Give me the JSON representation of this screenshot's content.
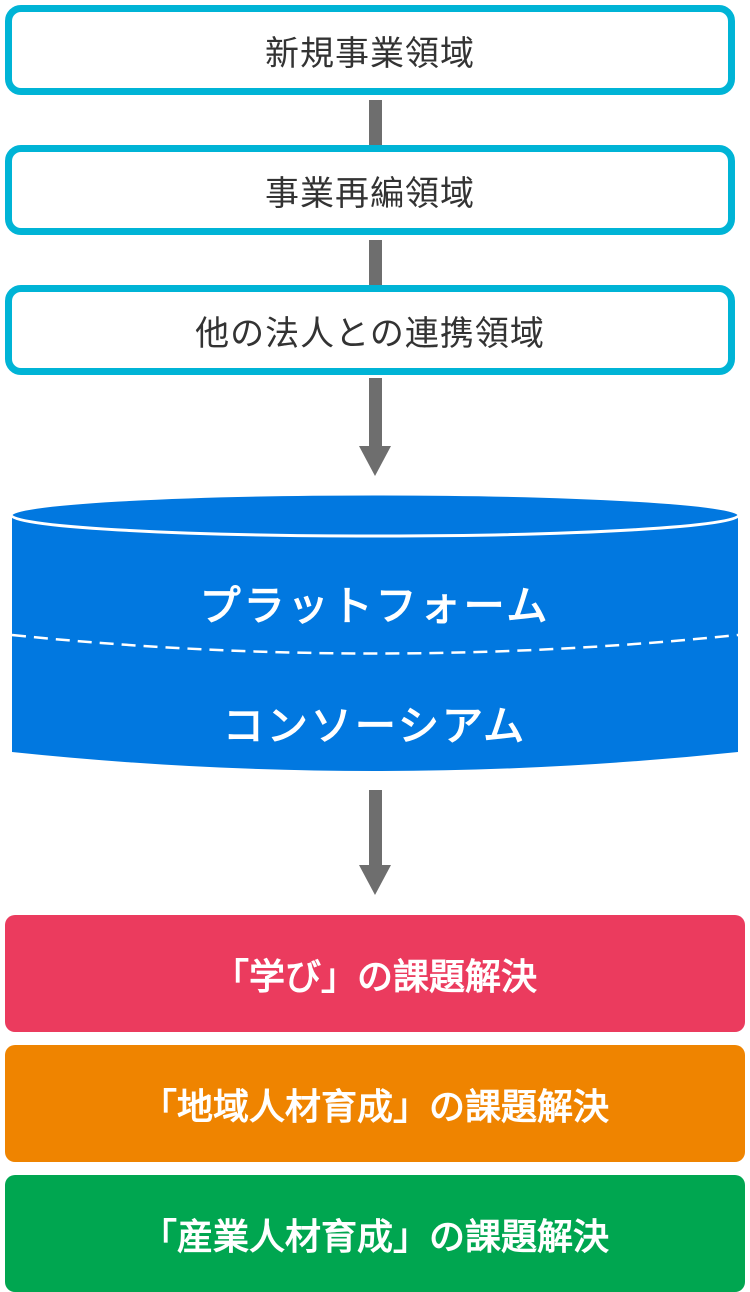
{
  "domains": [
    {
      "label": "新規事業領域"
    },
    {
      "label": "事業再編領域"
    },
    {
      "label": "他の法人との連携領域"
    }
  ],
  "platform": {
    "top_label": "プラットフォーム",
    "bottom_label": "コンソーシアム",
    "color": "#0178e0"
  },
  "issues": [
    {
      "label": "「学び」の課題解決",
      "color": "#eb3b5e"
    },
    {
      "label": "「地域人材育成」の課題解決",
      "color": "#ef8400"
    },
    {
      "label": "「産業人材育成」の課題解決",
      "color": "#00a650"
    }
  ],
  "colors": {
    "box_border": "#00b4d6",
    "connector": "#6e6e6e"
  }
}
